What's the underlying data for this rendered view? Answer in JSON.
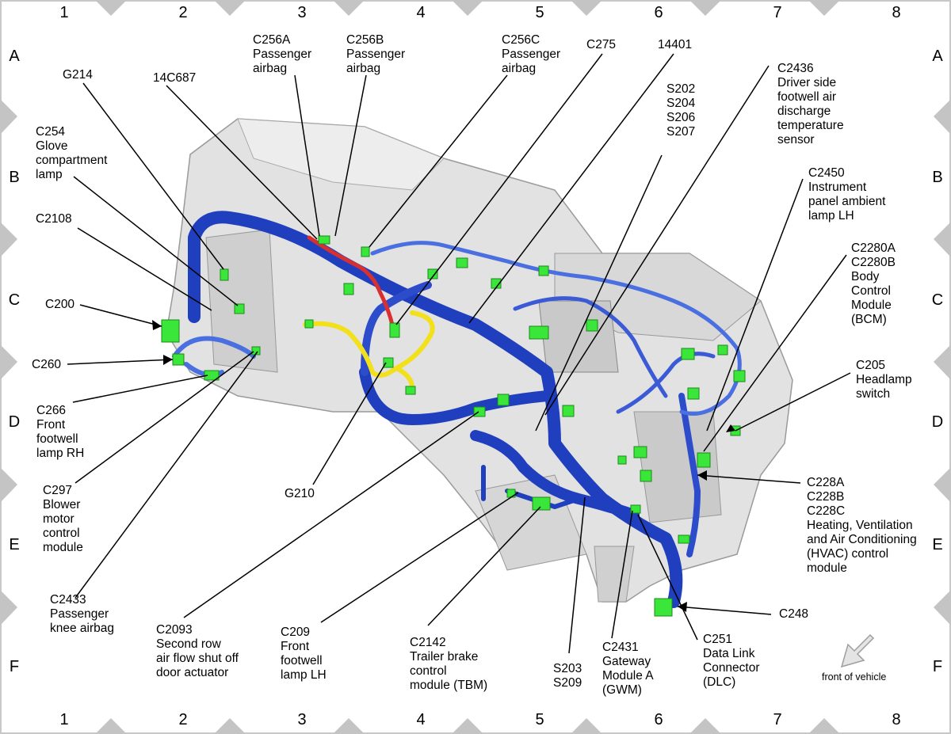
{
  "grid": {
    "columns": [
      "1",
      "2",
      "3",
      "4",
      "5",
      "6",
      "7",
      "8"
    ],
    "rows": [
      "A",
      "B",
      "C",
      "D",
      "E",
      "F"
    ]
  },
  "labels": {
    "c256a": "C256A\nPassenger\nairbag",
    "c256b": "C256B\nPassenger\nairbag",
    "c256c": "C256C\nPassenger\nairbag",
    "c275": "C275",
    "n14401": "14401",
    "g214": "G214",
    "n14c687": "14C687",
    "c254": "C254\nGlove\ncompartment\nlamp",
    "c2108": "C2108",
    "c200": "C200",
    "c260": "C260",
    "c266": "C266\nFront\nfootwell\nlamp RH",
    "c297": "C297\nBlower\nmotor\ncontrol\nmodule",
    "c2433": "C2433\nPassenger\nknee airbag",
    "g210": "G210",
    "c2093": "C2093\nSecond row\nair flow shut off\ndoor actuator",
    "c209": "C209\nFront\nfootwell\nlamp LH",
    "c2142": "C2142\nTrailer brake\ncontrol\nmodule (TBM)",
    "s203": "S203\nS209",
    "c2431": "C2431\nGateway\nModule A\n(GWM)",
    "c251": "C251\nData Link\nConnector\n(DLC)",
    "c248": "C248",
    "s202": "S202\nS204\nS206\nS207",
    "c2436": "C2436\nDriver side\nfootwell air\ndischarge\ntemperature\nsensor",
    "c2450": "C2450\nInstrument\npanel ambient\nlamp LH",
    "c2280": "C2280A\nC2280B\nBody\nControl\nModule\n(BCM)",
    "c205": "C205\nHeadlamp\nswitch",
    "c228": "C228A\nC228B\nC228C\nHeating, Ventilation\nand Air Conditioning\n(HVAC) control\nmodule"
  },
  "front_note": "front of vehicle",
  "colors": {
    "harness_blue": "#1f3fbf",
    "harness_light_blue": "#4a6fe0",
    "harness_red": "#d83030",
    "harness_yellow": "#f2e01a",
    "connector_green": "#39e639",
    "panel_gray": "#dcdcdc",
    "border_gray": "#b4b4b4"
  }
}
